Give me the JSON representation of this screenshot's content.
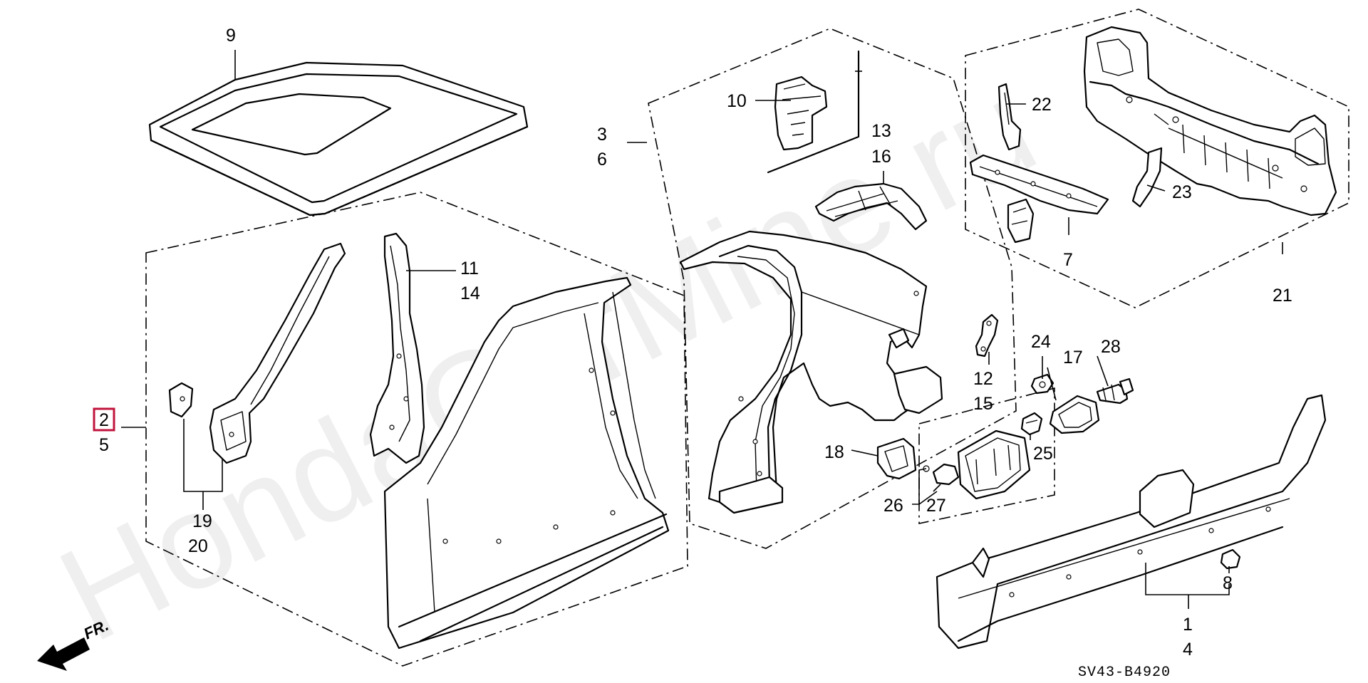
{
  "watermark": "HondaCarMine.ru",
  "drawing_code": "SV43-B4920",
  "direction_label": "FR.",
  "highlight_color": "#c0143c",
  "callouts": {
    "c1": "1",
    "c2": "2",
    "c3": "3",
    "c4": "4",
    "c5": "5",
    "c6": "6",
    "c7": "7",
    "c8": "8",
    "c9": "9",
    "c10": "10",
    "c11": "11",
    "c12": "12",
    "c13": "13",
    "c14": "14",
    "c15": "15",
    "c16": "16",
    "c17": "17",
    "c18": "18",
    "c19": "19",
    "c20": "20",
    "c21": "21",
    "c22": "22",
    "c23": "23",
    "c24": "24",
    "c25": "25",
    "c26": "26",
    "c27": "27",
    "c28": "28"
  }
}
